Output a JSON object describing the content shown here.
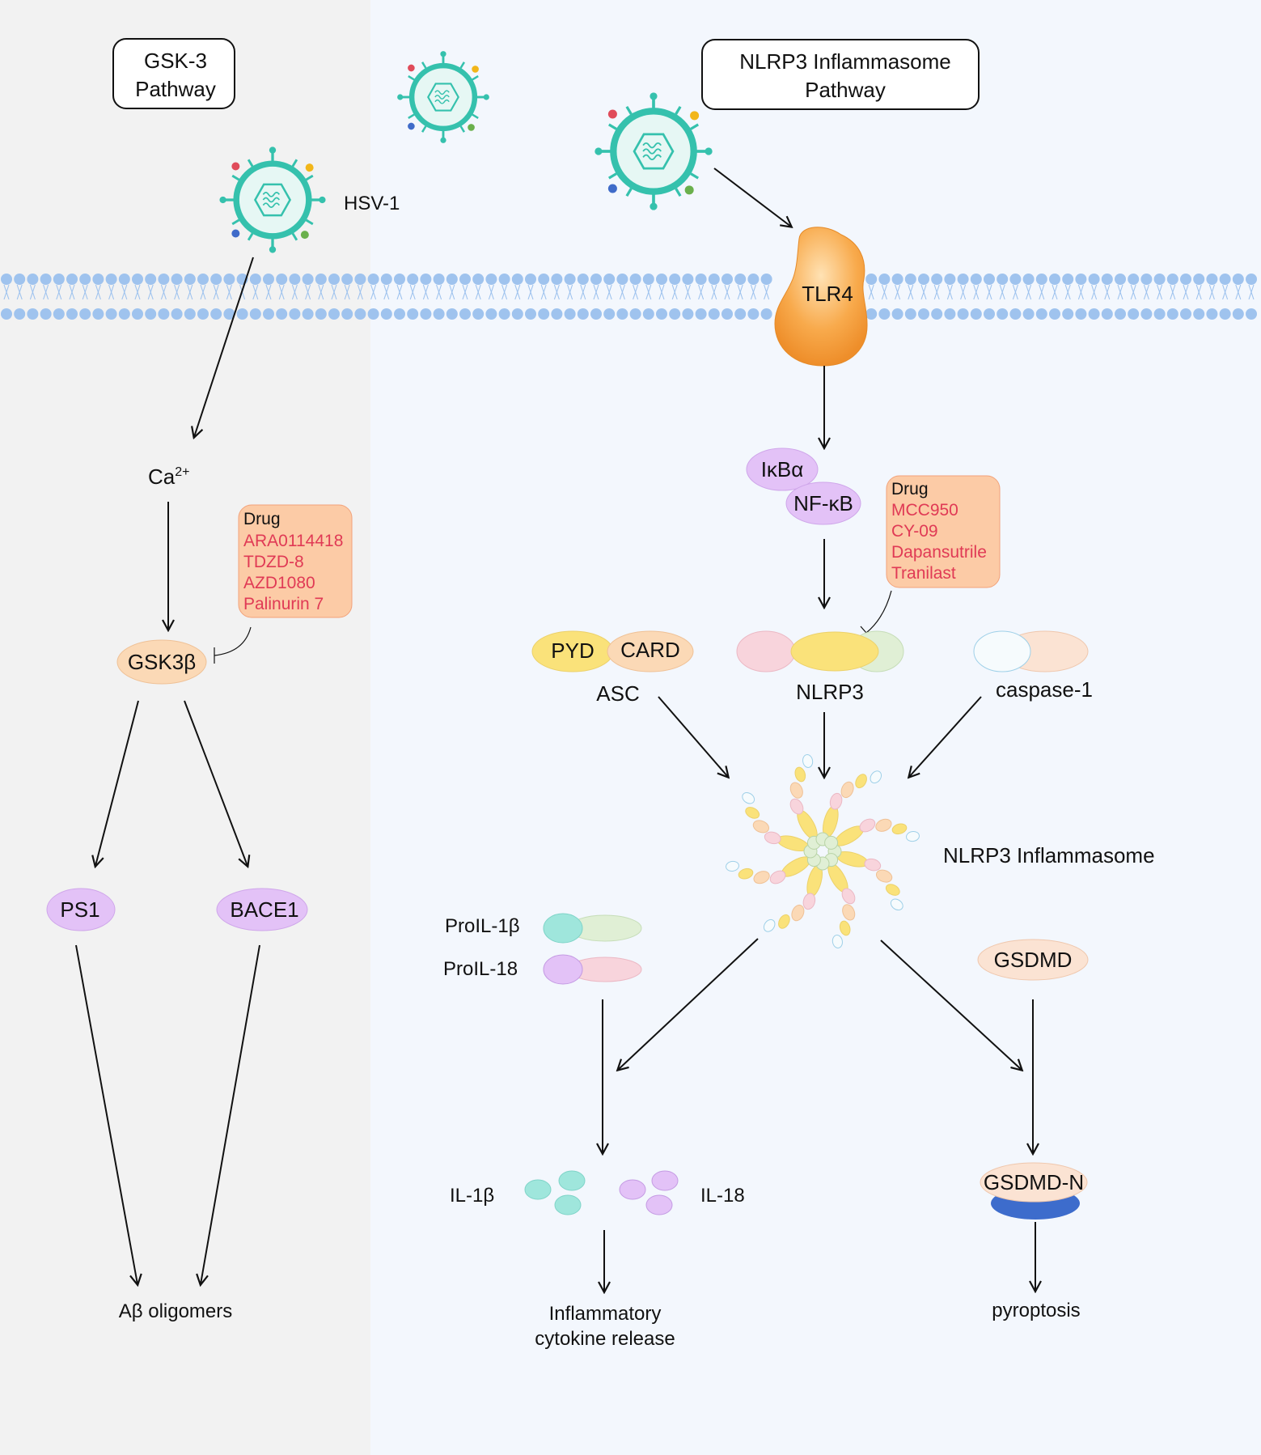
{
  "gsk_pathway": {
    "title_line1": "GSK-3",
    "title_line2": "Pathway",
    "virus_label": "HSV-1",
    "calcium": "Ca",
    "calcium_sup": "2+",
    "gsk3b": "GSK3β",
    "drug_box": {
      "title": "Drug",
      "items": [
        "ARA0114418",
        "TDZD-8",
        "AZD1080",
        "Palinurin 7"
      ]
    },
    "ps1": "PS1",
    "bace1": "BACE1",
    "abeta": "Aβ oligomers"
  },
  "nlrp3_pathway": {
    "title_line1": "NLRP3 Inflammasome",
    "title_line2": "Pathway",
    "tlr4": "TLR4",
    "ikba": "IκBα",
    "nfkb": "NF-κB",
    "drug_box": {
      "title": "Drug",
      "items": [
        "MCC950",
        "CY-09",
        "Dapansutrile",
        "Tranilast"
      ]
    },
    "asc": {
      "pyd": "PYD",
      "card": "CARD",
      "label": "ASC"
    },
    "nlrp3_label": "NLRP3",
    "caspase1_label": "caspase-1",
    "inflammasome_label": "NLRP3 Inflammasome",
    "pro_il1b": "ProIL-1β",
    "pro_il18": "ProIL-18",
    "il1b": "IL-1β",
    "il18": "IL-18",
    "release_line1": "Inflammatory",
    "release_line2": "cytokine release",
    "gsdmd": "GSDMD",
    "gsdmd_n": "GSDMD-N",
    "pyroptosis": "pyroptosis"
  },
  "colors": {
    "left_bg": "#f2f2f2",
    "right_bg": "#f3f7fd",
    "membrane": "#9fc3ee",
    "virus": "#35c1ad",
    "tlr4": "#f5a03c",
    "purple_node": "#e3c2f7",
    "peach_node": "#fbd9b6",
    "drug_box": "#fccba6",
    "drug_text": "#e03a55"
  }
}
